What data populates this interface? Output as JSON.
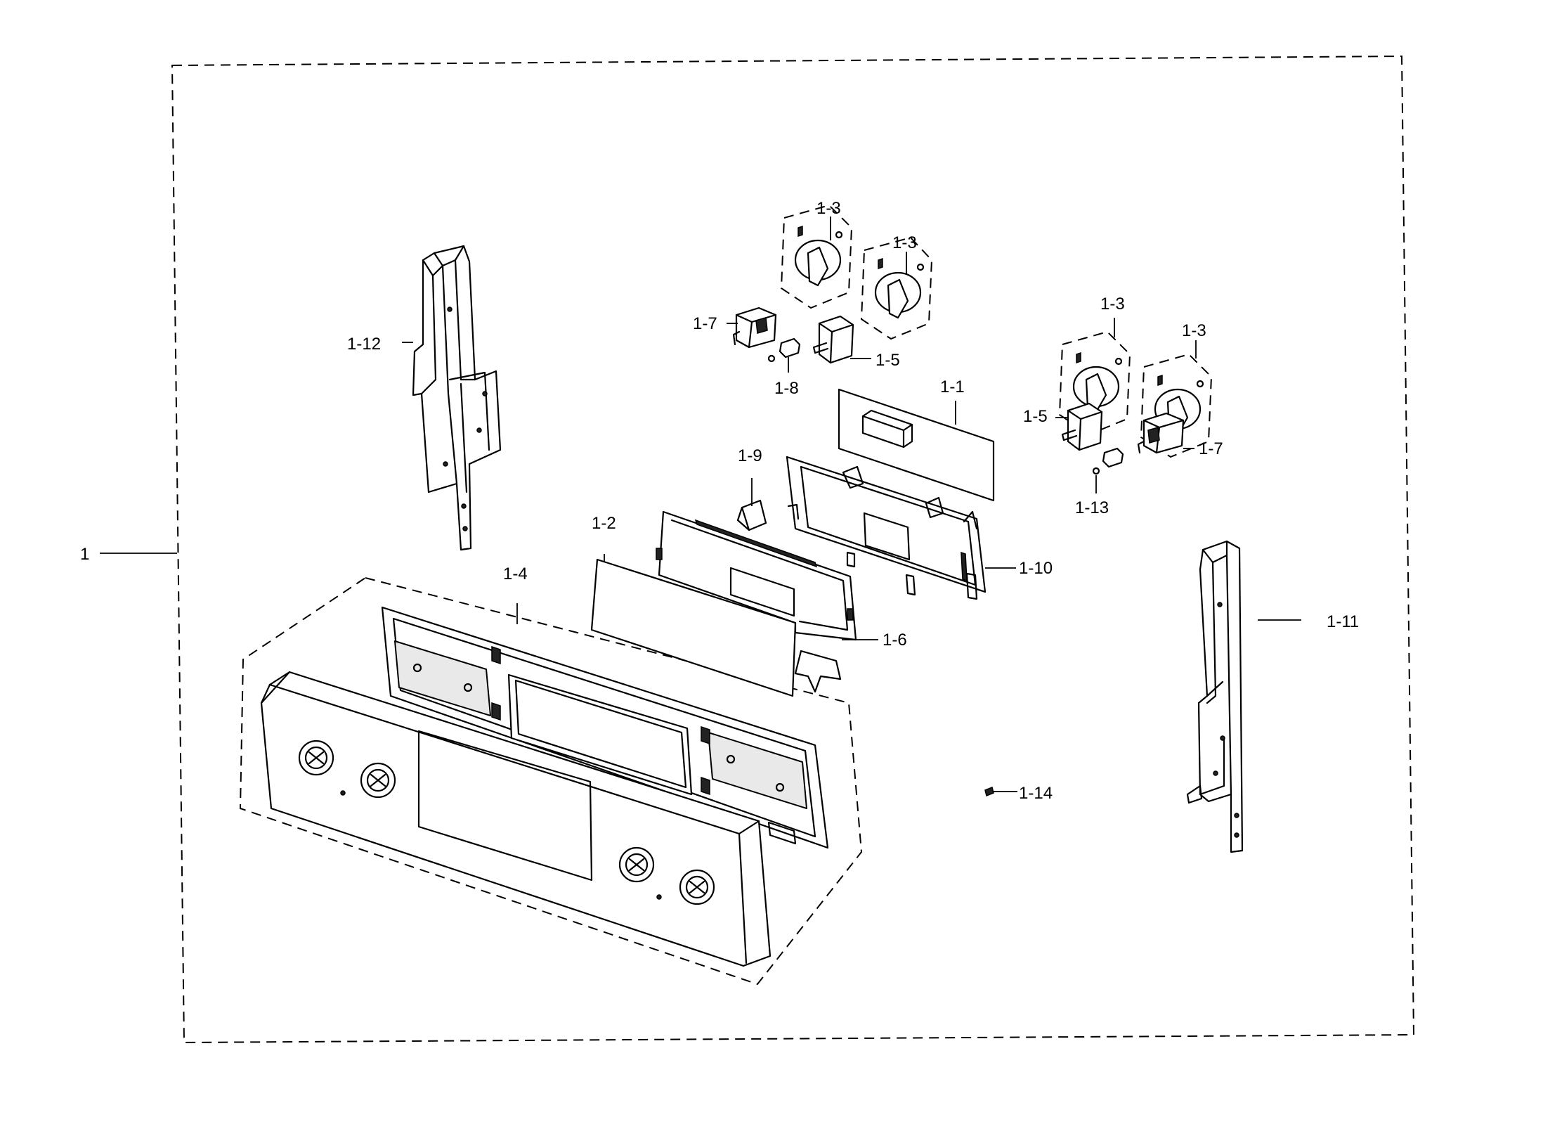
{
  "labels": {
    "assembly": "1",
    "p1_1": "1-1",
    "p1_2": "1-2",
    "p1_3a": "1-3",
    "p1_3b": "1-3",
    "p1_3c": "1-3",
    "p1_3d": "1-3",
    "p1_4": "1-4",
    "p1_5a": "1-5",
    "p1_5b": "1-5",
    "p1_6": "1-6",
    "p1_7a": "1-7",
    "p1_7b": "1-7",
    "p1_8": "1-8",
    "p1_9": "1-9",
    "p1_10": "1-10",
    "p1_11": "1-11",
    "p1_12": "1-12",
    "p1_13": "1-13",
    "p1_14": "1-14"
  },
  "colors": {
    "line": "#000000",
    "background": "#ffffff"
  }
}
